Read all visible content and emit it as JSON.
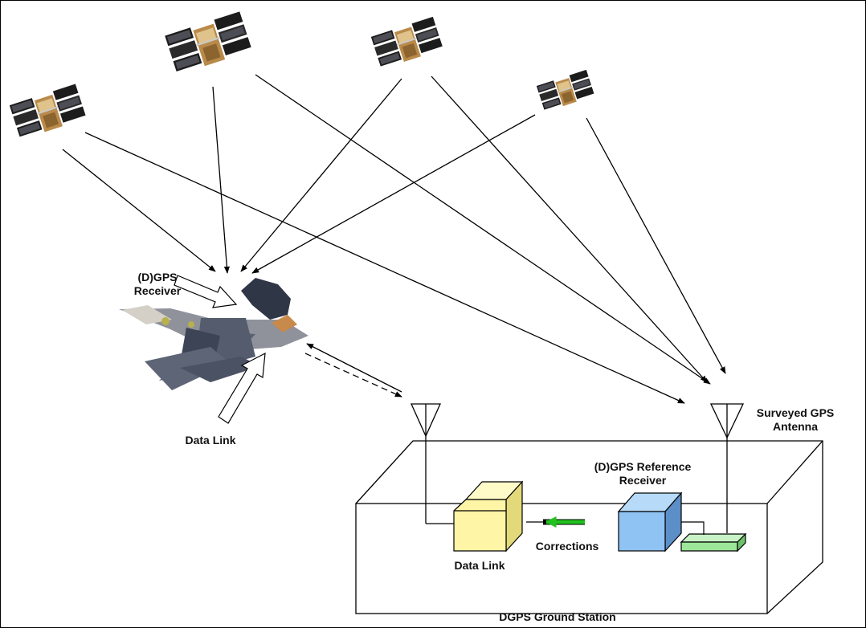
{
  "labels": {
    "dgps_receiver_line1": "(D)GPS",
    "dgps_receiver_line2": "Receiver",
    "data_link_aircraft": "Data Link",
    "surveyed_antenna_line1": "Surveyed GPS",
    "surveyed_antenna_line2": "Antenna",
    "reference_receiver_line1": "(D)GPS Reference",
    "reference_receiver_line2": "Receiver",
    "corrections": "Corrections",
    "data_link_ground": "Data Link",
    "ground_station": "DGPS Ground Station"
  },
  "colors": {
    "data_link_box": "#fff5a6",
    "reference_receiver_box": "#8fc3f3",
    "antenna_plate": "#9ce79a",
    "corrections_arrow": "#22c21f"
  },
  "icons": [
    "satellite-icon",
    "fighter-jet-icon",
    "antenna-icon"
  ]
}
